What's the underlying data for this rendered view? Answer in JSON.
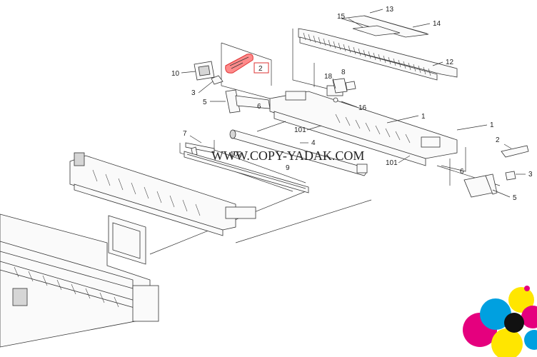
{
  "watermark": "WWW.COPY-YADAK.COM",
  "highlight_color": "#ff8a8a",
  "callouts": {
    "c1a": "1",
    "c1b": "1",
    "c2a": "2",
    "c2b": "2",
    "c3a": "3",
    "c3b": "3",
    "c4": "4",
    "c5a": "5",
    "c5b": "5",
    "c6a": "6",
    "c6b": "6",
    "c7": "7",
    "c8": "8",
    "c9": "9",
    "c10": "10",
    "c12": "12",
    "c13": "13",
    "c14": "14",
    "c15": "15",
    "c16": "16",
    "c18": "18",
    "c101a": "101",
    "c101b": "101",
    "c102": "102"
  },
  "logo_colors": [
    "#00a0e0",
    "#e5007e",
    "#ffe600",
    "#111111"
  ]
}
